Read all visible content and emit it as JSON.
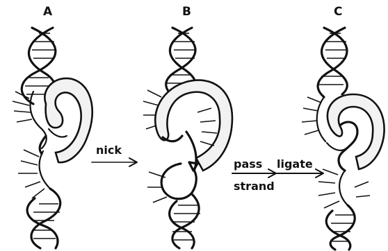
{
  "panels": [
    {
      "label": "A"
    },
    {
      "label": "B"
    },
    {
      "label": "C"
    }
  ],
  "steps": {
    "nick": "nick",
    "pass": "pass",
    "strand": "strand",
    "ligate": "ligate"
  }
}
